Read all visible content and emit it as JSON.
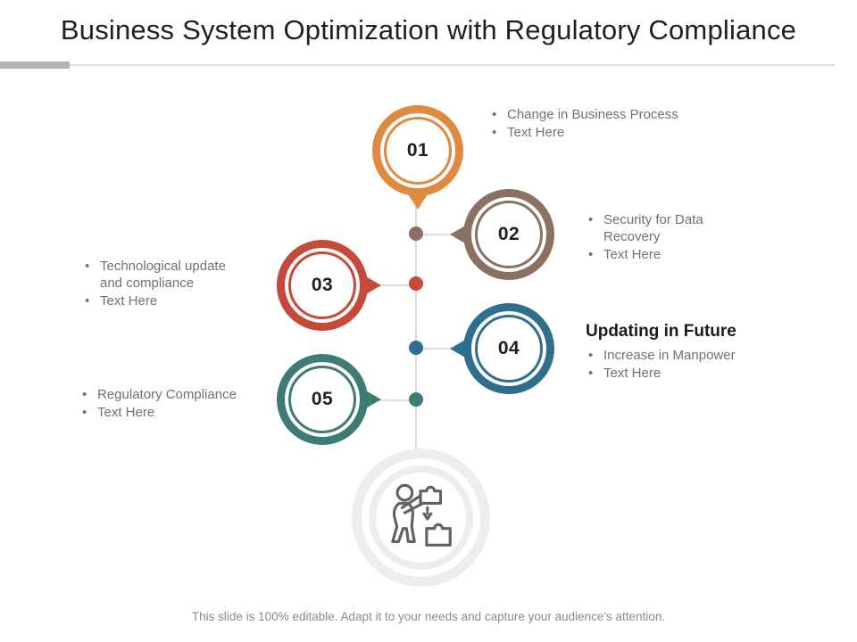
{
  "slide": {
    "title": "Business System Optimization with Regulatory Compliance",
    "footer": "This slide is 100% editable. Adapt it to your needs and capture your audience's attention."
  },
  "steps": [
    {
      "number": "01",
      "color": "#DF8A41",
      "bullets": [
        "Change in Business Process",
        "Text Here"
      ]
    },
    {
      "number": "02",
      "color": "#8B7164",
      "bullets": [
        "Security for Data Recovery",
        "Text Here"
      ]
    },
    {
      "number": "03",
      "color": "#C54A3B",
      "bullets": [
        "Technological update and compliance",
        "Text Here"
      ]
    },
    {
      "number": "04",
      "color": "#2F6F8E",
      "heading": "Updating in Future",
      "bullets": [
        "Increase in Manpower",
        "Text Here"
      ]
    },
    {
      "number": "05",
      "color": "#3E7B74",
      "bullets": [
        "Regulatory Compliance",
        "Text Here"
      ]
    }
  ],
  "timeline": {
    "line_color": "#dcdcdc",
    "dot_colors": [
      "#8B7164",
      "#C54A3B",
      "#2F6F8E",
      "#3E7B74"
    ]
  },
  "hub": {
    "icon": "person-placing-puzzle-piece",
    "ring_color": "#ededed",
    "icon_color": "#616161"
  }
}
